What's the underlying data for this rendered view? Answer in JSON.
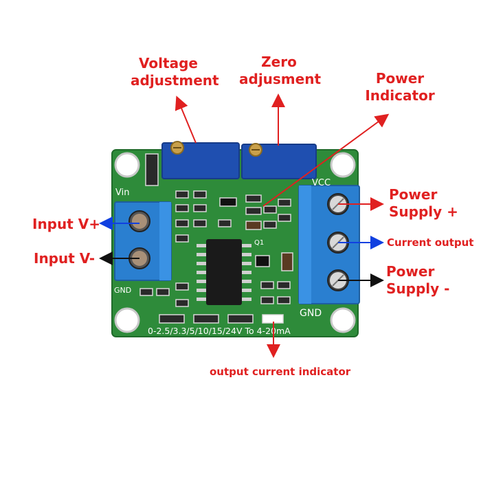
{
  "labels": {
    "voltage_adjustment": [
      "Voltage",
      "adjustment"
    ],
    "zero_adjustment": [
      "Zero",
      "adjusment"
    ],
    "power_indicator": [
      "Power",
      "Indicator"
    ],
    "power_supply_plus": [
      "Power",
      "Supply +"
    ],
    "current_output": "Current output",
    "power_supply_minus": [
      "Power",
      "Supply -"
    ],
    "input_v_plus": "Input V+",
    "input_v_minus": "Input V-",
    "output_current_indicator": "output current indicator"
  },
  "silkscreen": {
    "vin": "Vin",
    "gnd_left": "GND",
    "vcc": "VCC",
    "gnd_right": "GND",
    "bottom_text": "0-2.5/3.3/5/10/15/24V To 4-20mA",
    "q1": "Q1"
  },
  "colors": {
    "label_red": "#e02020",
    "arrow_red": "#e02020",
    "arrow_blue": "#1040e0",
    "arrow_black": "#111111",
    "pcb_green": "#2e8b3a",
    "terminal_blue": "#2a7fd0",
    "pot_blue": "#1f4fb0"
  }
}
